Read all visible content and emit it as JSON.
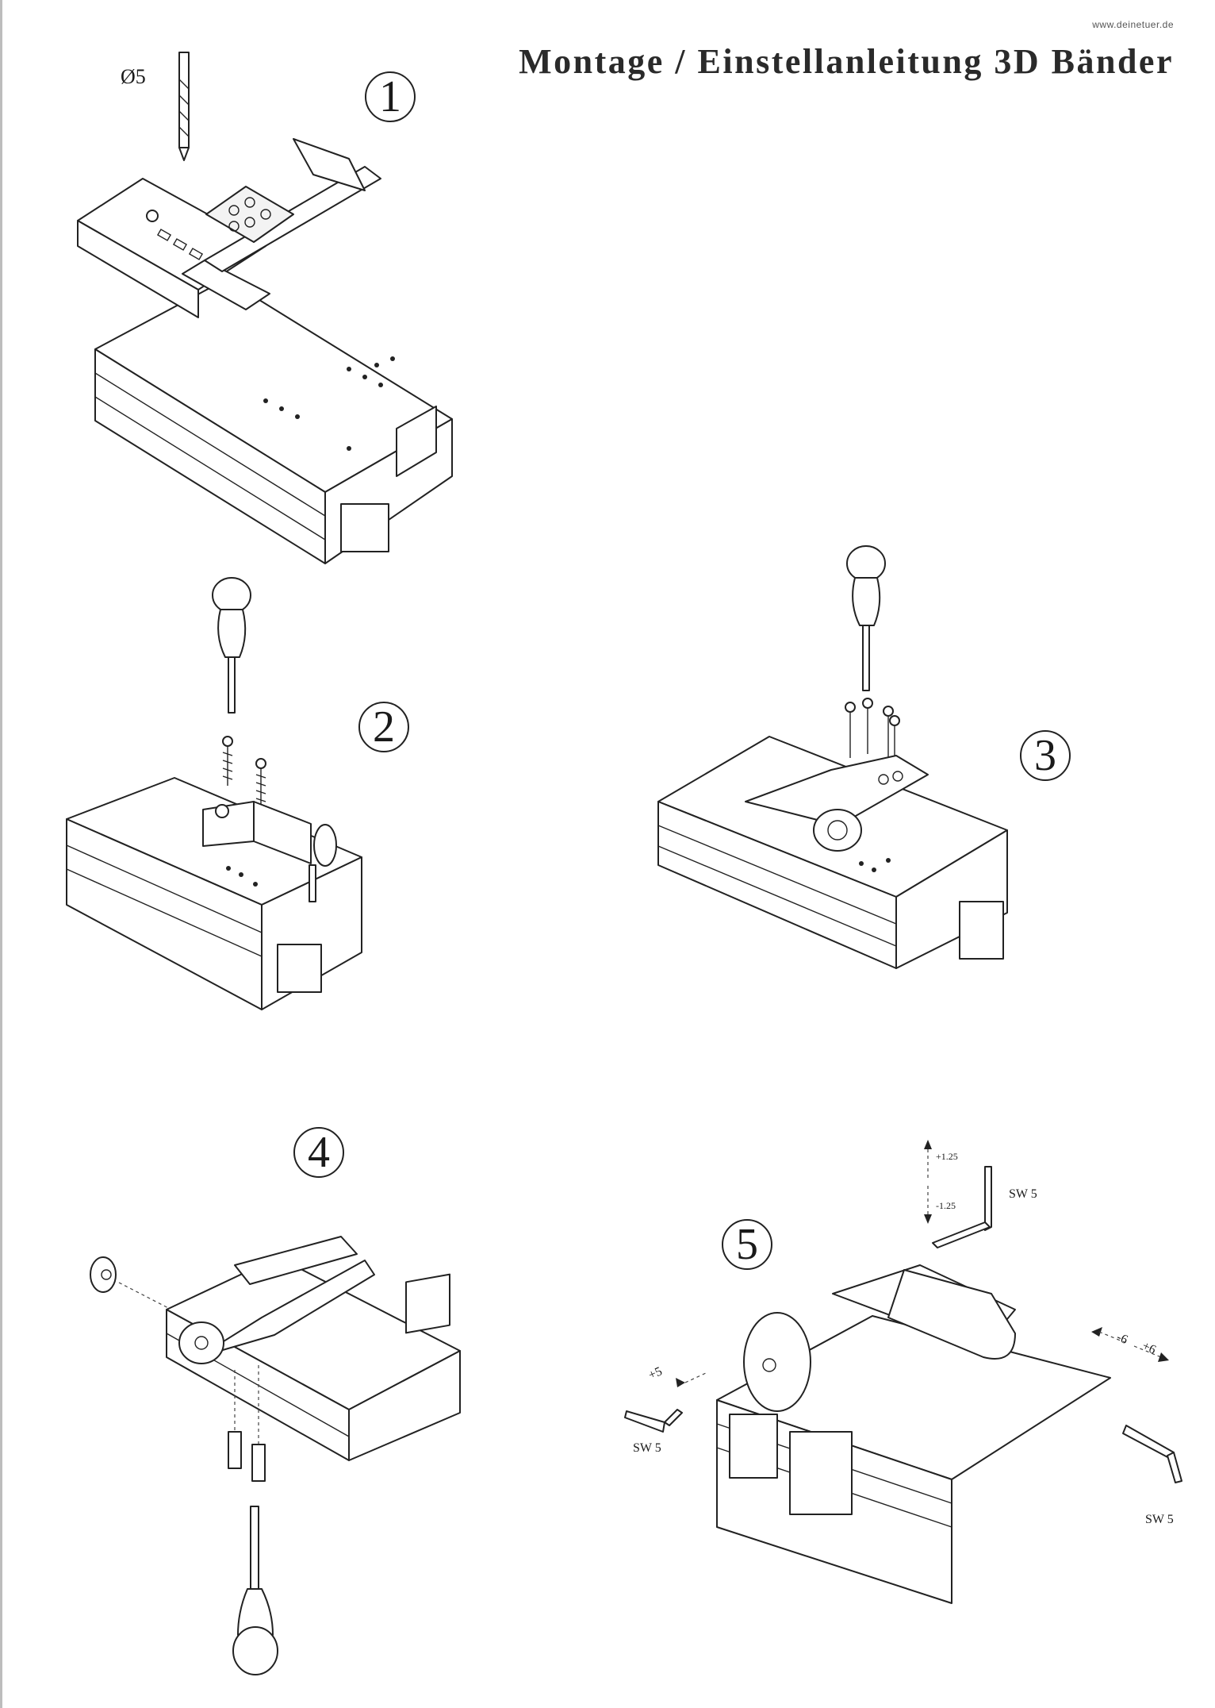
{
  "header": {
    "website": "www.deinetuer.de",
    "title": "Montage / Einstellanleitung 3D Bänder"
  },
  "steps": [
    {
      "number": "1",
      "labels": {
        "drill": "Ø5"
      }
    },
    {
      "number": "2"
    },
    {
      "number": "3"
    },
    {
      "number": "4"
    },
    {
      "number": "5",
      "labels": {
        "up": "+1.25",
        "down": "-1.25",
        "key_top": "SW 5",
        "key_left": "SW 5",
        "key_right": "SW 5",
        "left_adjust": "+5",
        "right_adjust_a": "-6",
        "right_adjust_b": "+6"
      }
    }
  ]
}
